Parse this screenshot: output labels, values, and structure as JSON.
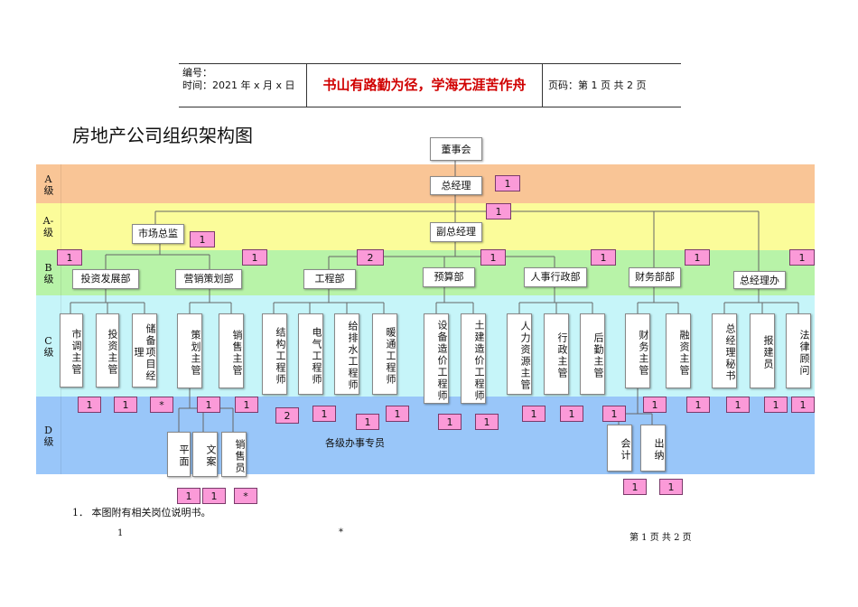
{
  "header": {
    "number_label": "编号：",
    "time_label": "时间：2021 年 x 月 x 日",
    "motto": "书山有路勤为径，学海无涯苦作舟",
    "page_label": "页码：第 1 页  共 2 页"
  },
  "title": "房地产公司组织架构图",
  "levels": {
    "a": "A级",
    "a2": "A-级",
    "b": "B级",
    "c": "C级",
    "d": "D级"
  },
  "nodes": {
    "board": "董事会",
    "gm": "总经理",
    "vgm": "副总经理",
    "mkt_director": "市场总监",
    "invest_dept": "投资发展部",
    "marketing_dept": "营销策划部",
    "eng_dept": "工程部",
    "budget_dept": "预算部",
    "hr_dept": "人事行政部",
    "finance_dept": "财务部部",
    "gm_office": "总经理办",
    "c_market_research": "市调主管",
    "c_invest": "投资主管",
    "c_reserve": "储备项目经理",
    "c_plan": "策划主管",
    "c_sales": "销售主管",
    "c_structure": "结构工程师",
    "c_electric": "电气工程师",
    "c_plumbing": "给排水工程师",
    "c_hvac": "暖通工程师",
    "c_equip_cost": "设备造价工程师",
    "c_civil_cost": "土建造价工程师",
    "c_hr": "人力资源主管",
    "c_admin": "行政主管",
    "c_logistics": "后勤主管",
    "c_fin": "财务主管",
    "c_financing": "融资主管",
    "c_secretary": "总经理秘书",
    "c_permit": "报建员",
    "c_legal": "法律顾问",
    "d_graphic": "平面",
    "d_copy": "文案",
    "d_salesman": "销售员",
    "d_accountant": "会计",
    "d_cashier": "出纳"
  },
  "d_level_text": "各级办事专员",
  "callouts": {
    "gm": "1",
    "vgm": "1",
    "mkt": "1",
    "b_invest": "1",
    "b_marketing": "1",
    "b_eng": "2",
    "b_budget": "1",
    "b_hr": "1",
    "b_fin": "1",
    "b_office": "1",
    "c1": "1",
    "c2": "1",
    "c3": "*",
    "c4": "1",
    "c5": "1",
    "c6": "2",
    "c7": "1",
    "c8": "1",
    "c9": "1",
    "c10": "1",
    "c11": "1",
    "c12": "1",
    "c13": "1",
    "c14": "1",
    "c15": "1",
    "c16": "1",
    "c17": "1",
    "c18": "1",
    "c19": "1",
    "d1": "1",
    "d2": "1",
    "d3": "*",
    "d4": "1",
    "d5": "1"
  },
  "note": "1．  本图附有相关岗位说明书。",
  "footer": {
    "left": "1",
    "middle": "*",
    "right": "第 1 页 共 2 页"
  },
  "colors": {
    "band_a": "#f9c596",
    "band_a2": "#fbfc9a",
    "band_b": "#b8f3a8",
    "band_c": "#c6f5f9",
    "band_d": "#99c6f9",
    "callout": "#fb9ad8",
    "motto": "#d00000"
  }
}
